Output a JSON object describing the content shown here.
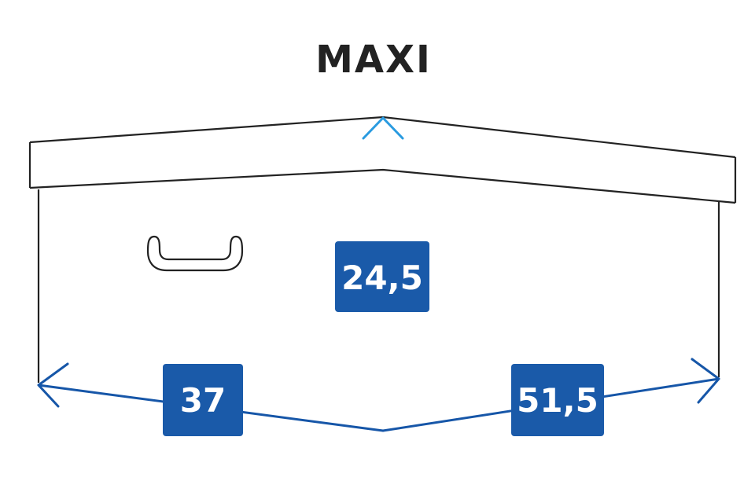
{
  "title": "MAXI",
  "dimensions": {
    "height": "24,5",
    "width_left": "37",
    "length_right": "51,5"
  },
  "colors": {
    "outline": "#222222",
    "arrow_light": "#1f8ed8",
    "arrow_dark": "#1656a8",
    "badge": "#1a5aa9",
    "background": "#ffffff"
  }
}
